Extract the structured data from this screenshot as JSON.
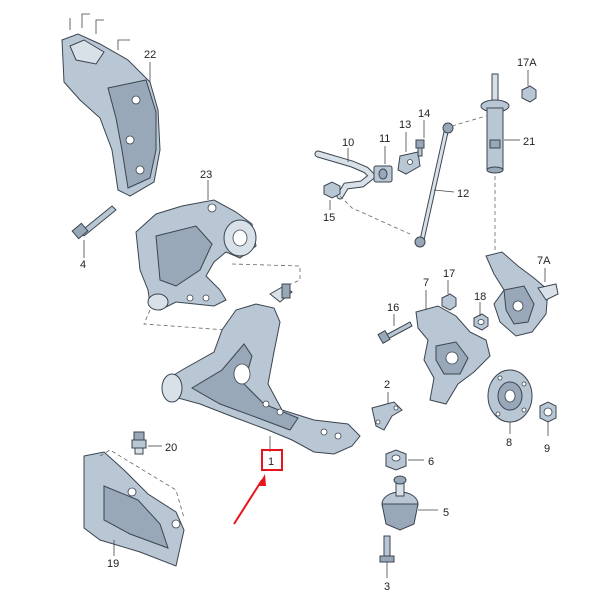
{
  "callouts": {
    "p1": "1",
    "p2": "2",
    "p3": "3",
    "p4": "4",
    "p5": "5",
    "p6": "6",
    "p7": "7",
    "p7a": "7A",
    "p8": "8",
    "p9": "9",
    "p10": "10",
    "p11": "11",
    "p12": "12",
    "p13": "13",
    "p14": "14",
    "p15": "15",
    "p16": "16",
    "p17": "17",
    "p17a": "17A",
    "p18": "18",
    "p19": "19",
    "p20": "20",
    "p21": "21",
    "p22": "22",
    "p23": "23"
  },
  "highlight": {
    "target": "1",
    "color": "#e8141c"
  },
  "colors": {
    "part_fill": "#b9c6d3",
    "outline": "#3b4550",
    "highlight": "#e8141c"
  }
}
